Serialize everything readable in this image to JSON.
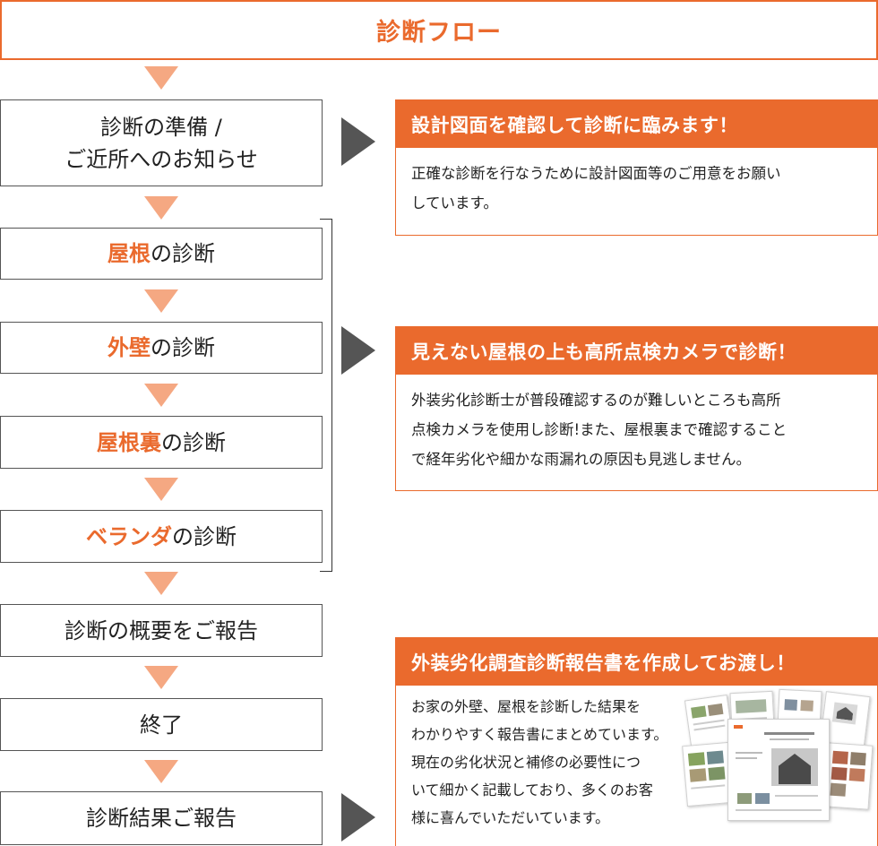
{
  "title": "診断フロー",
  "steps": {
    "prepare": {
      "line1": "診断の準備 /",
      "line2": "ご近所へのお知らせ"
    },
    "roof": {
      "highlight": "屋根",
      "rest": "の診断"
    },
    "wall": {
      "highlight": "外壁",
      "rest": "の診断"
    },
    "attic": {
      "highlight": "屋根裏",
      "rest": "の診断"
    },
    "veranda": {
      "highlight": "ベランダ",
      "rest": "の診断"
    },
    "summary": "診断の概要をご報告",
    "end": "終了",
    "result": "診断結果ご報告"
  },
  "cards": {
    "design": {
      "heading": "設計図面を確認して診断に臨みます！",
      "line1": "正確な診断を行なうために設計図面等のご用意をお願い",
      "line2": "しています。"
    },
    "camera": {
      "heading": "見えない屋根の上も高所点検カメラで診断！",
      "line1": "外装劣化診断士が普段確認するのが難しいところも高所",
      "line2": "点検カメラを使用し診断!また、屋根裏まで確認すること",
      "line3": "で経年劣化や細かな雨漏れの原因も見逃しません。"
    },
    "report": {
      "heading": "外装劣化調査診断報告書を作成してお渡し！",
      "line1": "お家の外壁、屋根を診断した結果を",
      "line2": "わかりやすく報告書にまとめています。",
      "line3": "現在の劣化状況と補修の必要性につ",
      "line4": "いて細かく記載しており、多くのお客",
      "line5": "様に喜んでいただいています。"
    }
  },
  "colors": {
    "accent": "#ea6a2d",
    "arrow_down": "#f5a882",
    "arrow_right": "#555555"
  }
}
